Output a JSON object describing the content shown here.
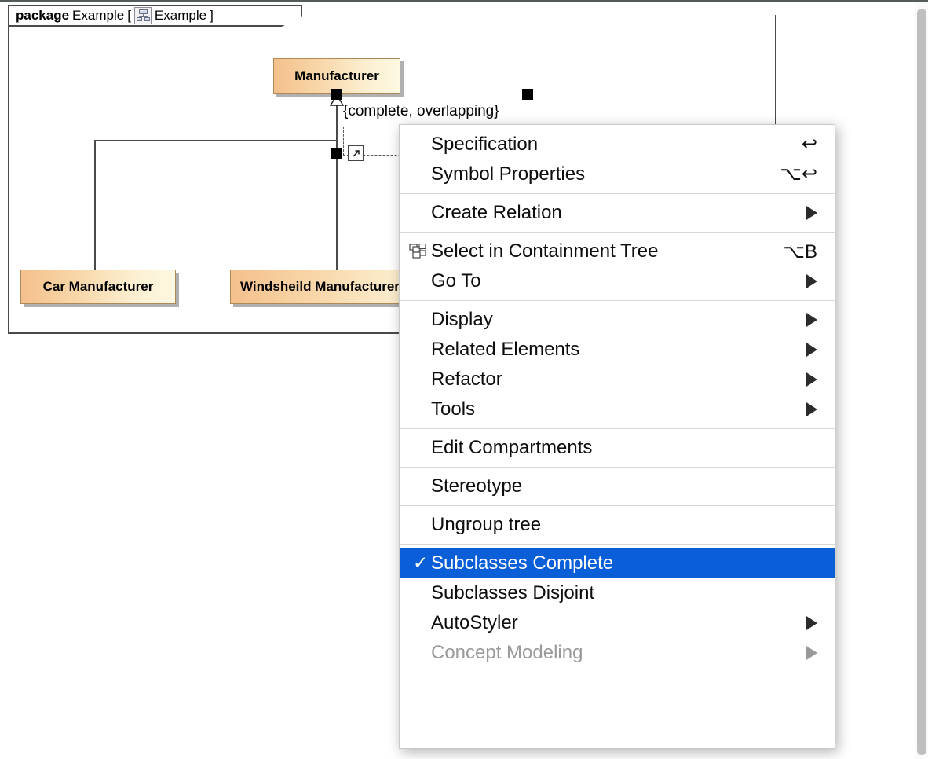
{
  "window": {
    "scrollbar": {
      "name": "vertical-scrollbar"
    }
  },
  "diagram": {
    "package": {
      "keyword": "package",
      "name": "Example",
      "bracket_open": "[",
      "bracket_close": "]",
      "diagram_name": "Example",
      "icon": "class-diagram-icon"
    },
    "classes": [
      {
        "name": "Manufacturer",
        "role": "superclass"
      },
      {
        "name": "Car Manufacturer",
        "role": "subclass"
      },
      {
        "name": "Windsheild Manufacturer",
        "role": "subclass"
      }
    ],
    "constraint": "{complete, overlapping}",
    "selection": {
      "handles": 3,
      "mini_icon": "open-in-new-icon"
    },
    "colors": {
      "class_fill_start": "#f4c08c",
      "class_fill_end": "#fdf8e2",
      "class_border": "#b08a56",
      "frame_border": "#4a4a4a",
      "line": "#4a4a4a"
    }
  },
  "context_menu": {
    "highlight_color": "#0a5fd8",
    "groups": [
      {
        "items": [
          {
            "label": "Specification",
            "shortcut": "↩",
            "shortcut_name": "return-key",
            "submenu": false
          },
          {
            "label": "Symbol Properties",
            "shortcut": "⌥↩",
            "shortcut_name": "option-return-key",
            "submenu": false
          }
        ]
      },
      {
        "items": [
          {
            "label": "Create Relation",
            "shortcut": "",
            "submenu": true
          }
        ]
      },
      {
        "items": [
          {
            "label": "Select in Containment Tree",
            "shortcut": "⌥B",
            "shortcut_name": "option-b-key",
            "submenu": false,
            "icon": "containment-tree-icon"
          },
          {
            "label": "Go To",
            "shortcut": "",
            "submenu": true
          }
        ]
      },
      {
        "items": [
          {
            "label": "Display",
            "shortcut": "",
            "submenu": true
          },
          {
            "label": "Related Elements",
            "shortcut": "",
            "submenu": true
          },
          {
            "label": "Refactor",
            "shortcut": "",
            "submenu": true
          },
          {
            "label": "Tools",
            "shortcut": "",
            "submenu": true
          }
        ]
      },
      {
        "items": [
          {
            "label": "Edit Compartments",
            "shortcut": "",
            "submenu": false
          }
        ]
      },
      {
        "items": [
          {
            "label": "Stereotype",
            "shortcut": "",
            "submenu": false
          }
        ]
      },
      {
        "items": [
          {
            "label": "Ungroup tree",
            "shortcut": "",
            "submenu": false
          }
        ]
      },
      {
        "items": [
          {
            "label": "Subclasses Complete",
            "shortcut": "",
            "submenu": false,
            "selected": true,
            "checked": true,
            "check_glyph": "✓"
          },
          {
            "label": "Subclasses Disjoint",
            "shortcut": "",
            "submenu": false
          },
          {
            "label": "AutoStyler",
            "shortcut": "",
            "submenu": true
          },
          {
            "label": "Concept Modeling",
            "shortcut": "",
            "submenu": true,
            "disabled": true
          }
        ]
      }
    ]
  }
}
